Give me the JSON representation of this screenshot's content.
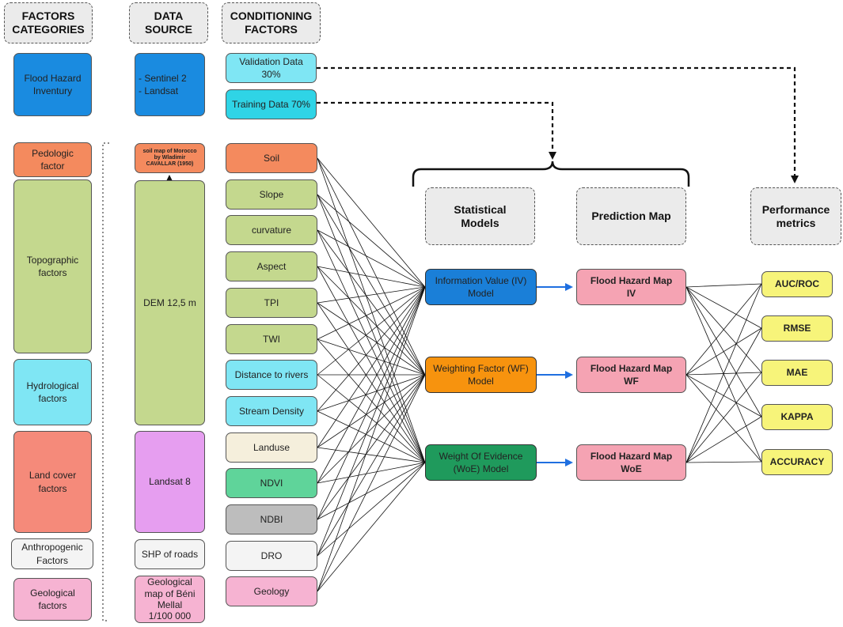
{
  "headers": {
    "factors_categories": "FACTORS\nCATEGORIES",
    "data_source": "DATA\nSOURCE",
    "conditioning_factors": "CONDITIONING\nFACTORS",
    "statistical_models": "Statistical\nModels",
    "prediction_map": "Prediction Map",
    "performance_metrics": "Performance\nmetrics"
  },
  "categories": [
    {
      "label": "Flood Hazard\nInventury",
      "color": "#1a8be0"
    },
    {
      "label": "Pedologic\nfactor",
      "color": "#f48a5e"
    },
    {
      "label": "Topographic\nfactors",
      "color": "#c4d88e"
    },
    {
      "label": "Hydrological\nfactors",
      "color": "#7fe6f4"
    },
    {
      "label": "Land cover\nfactors",
      "color": "#f58a7a"
    },
    {
      "label": "Anthropogenic\nFactors",
      "color": "#f4f4f4"
    },
    {
      "label": "Geological\nfactors",
      "color": "#f6b3d2"
    }
  ],
  "sources": [
    {
      "label": "- Sentinel 2\n- Landsat",
      "color": "#1a8be0"
    },
    {
      "label": "soil map of Morocco\nby Wladimir\nCAVALLAR (1950)",
      "color": "#f48a5e"
    },
    {
      "label": "DEM 12,5 m",
      "color": "#c4d88e"
    },
    {
      "label": "Landsat 8",
      "color": "#e69ef0"
    },
    {
      "label": "SHP of roads",
      "color": "#f4f4f4"
    },
    {
      "label": "Geological\nmap of Béni\nMellal\n1/100 000",
      "color": "#f6b3d2"
    }
  ],
  "inventory": [
    {
      "label": "Validation Data\n30%",
      "color": "#7fe6f4"
    },
    {
      "label": "Training Data 70%",
      "color": "#2fd4e6"
    }
  ],
  "factors": [
    {
      "label": "Soil",
      "color": "#f48a5e"
    },
    {
      "label": "Slope",
      "color": "#c4d88e"
    },
    {
      "label": "curvature",
      "color": "#c4d88e"
    },
    {
      "label": "Aspect",
      "color": "#c4d88e"
    },
    {
      "label": "TPI",
      "color": "#c4d88e"
    },
    {
      "label": "TWI",
      "color": "#c4d88e"
    },
    {
      "label": "Distance to rivers",
      "color": "#7fe6f4"
    },
    {
      "label": "Stream Density",
      "color": "#7fe6f4"
    },
    {
      "label": "Landuse",
      "color": "#f5efdc"
    },
    {
      "label": "NDVI",
      "color": "#5fd49a"
    },
    {
      "label": "NDBI",
      "color": "#bdbdbd"
    },
    {
      "label": "DRO",
      "color": "#f4f4f4"
    },
    {
      "label": "Geology",
      "color": "#f6b3d2"
    }
  ],
  "models": [
    {
      "label": "Information Value (IV)\nModel",
      "color": "#1a7fd8"
    },
    {
      "label": "Weighting Factor (WF)\nModel",
      "color": "#f7930e"
    },
    {
      "label": "Weight Of Evidence\n(WoE) Model",
      "color": "#1f9a5c"
    }
  ],
  "maps": [
    {
      "label": "Flood Hazard Map\nIV",
      "color": "#f5a3b3"
    },
    {
      "label": "Flood Hazard Map\nWF",
      "color": "#f5a3b3"
    },
    {
      "label": "Flood Hazard Map\nWoE",
      "color": "#f5a3b3"
    }
  ],
  "metrics": [
    {
      "label": "AUC/ROC",
      "color": "#f7f47a"
    },
    {
      "label": "RMSE",
      "color": "#f7f47a"
    },
    {
      "label": "MAE",
      "color": "#f7f47a"
    },
    {
      "label": "KAPPA",
      "color": "#f7f47a"
    },
    {
      "label": "ACCURACY",
      "color": "#f7f47a"
    }
  ]
}
